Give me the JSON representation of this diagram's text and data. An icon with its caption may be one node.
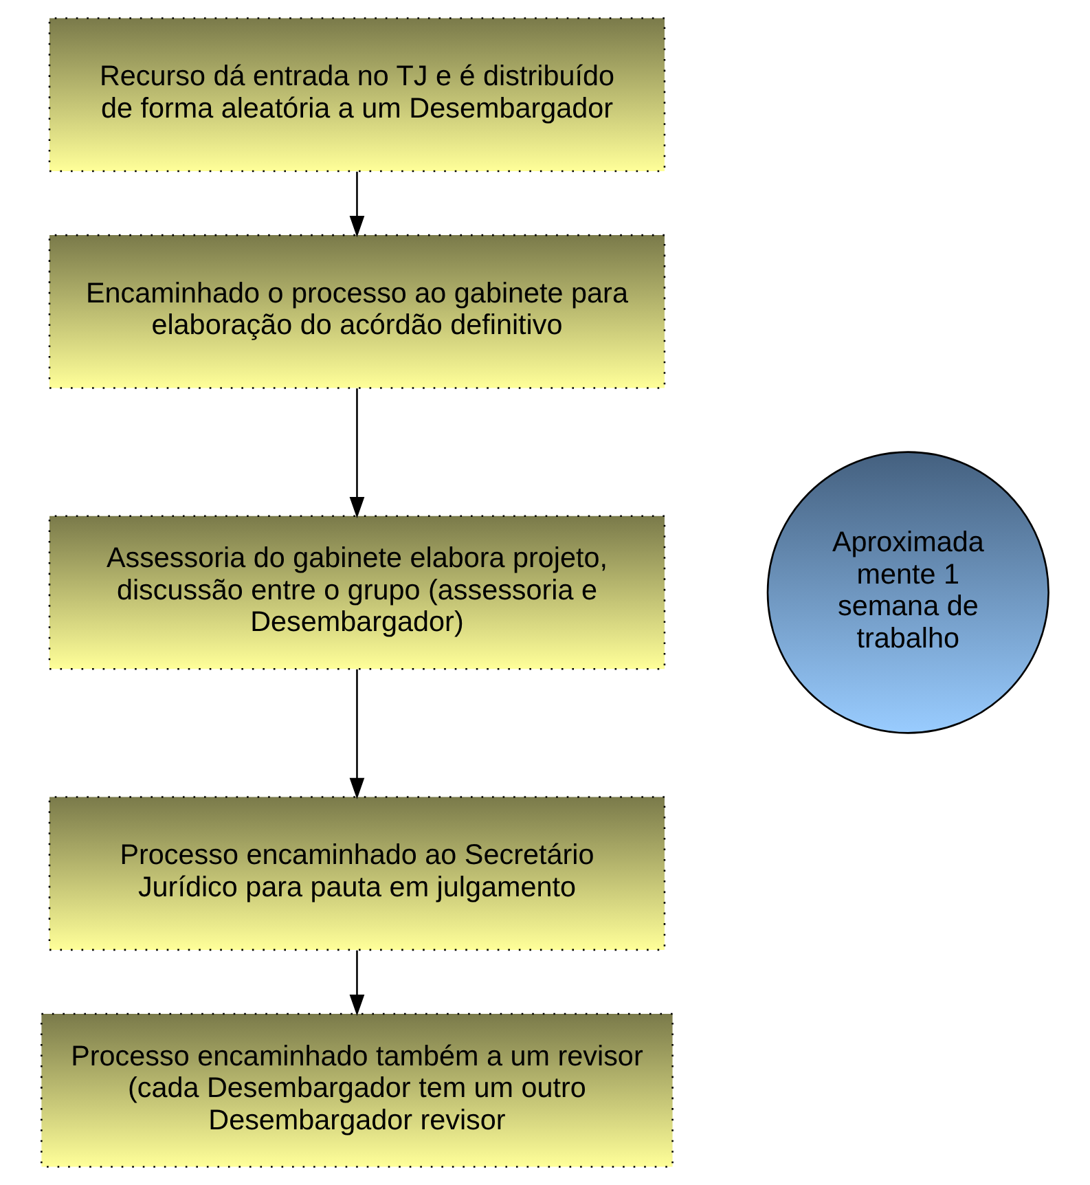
{
  "diagram": {
    "nodes": [
      {
        "text": [
          "Recurso dá entrada no TJ e é distribuído de forma aleatória a um Desembargador"
        ]
      },
      {
        "text": [
          "Encaminhado o processo ao gabinete para elaboração do acórdão definitivo"
        ]
      },
      {
        "text": [
          "Assessoria do gabinete elabora projeto, discussão entre o grupo (assessoria e Desembargador)"
        ]
      },
      {
        "text": [
          "Processo encaminhado ao Secretário Jurídico para pauta em julgamento"
        ]
      },
      {
        "text": [
          "Processo encaminhado também a um revisor (cada Desembargador tem um outro Desembargador revisor"
        ]
      },
      {
        "text": [
          "Aproximada mente 1 semana de trabalho"
        ]
      }
    ],
    "edges": [
      {
        "from": 0,
        "to": 1,
        "arrow": "to"
      },
      {
        "from": 1,
        "to": 2,
        "arrow": "to"
      },
      {
        "from": 2,
        "to": 3,
        "arrow": "to"
      },
      {
        "from": 3,
        "to": 4,
        "arrow": "to"
      }
    ]
  }
}
